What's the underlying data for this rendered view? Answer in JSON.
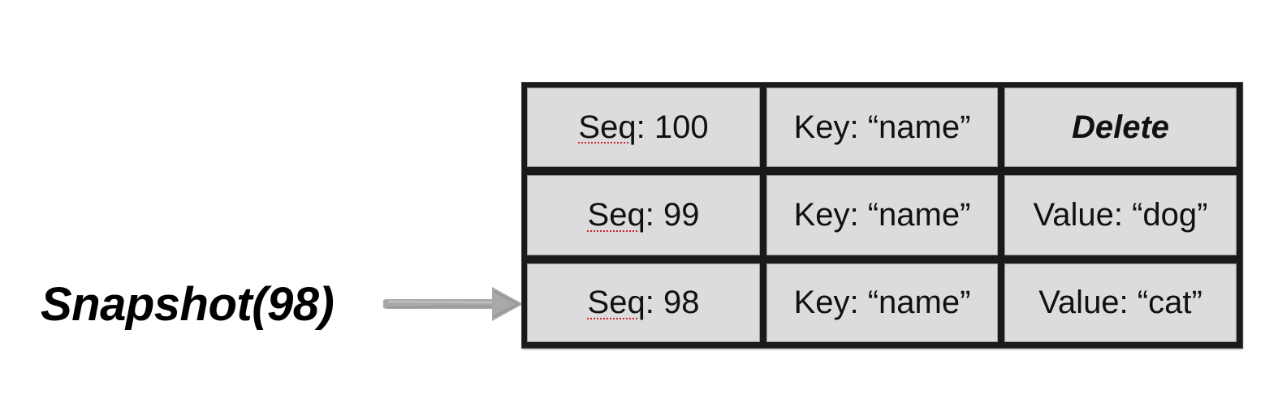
{
  "snapshot_label": "Snapshot(98)",
  "rows": [
    {
      "seq_word": "Seq",
      "seq_value": ": 100",
      "key": "Key: “name”",
      "value": "Delete",
      "value_is_delete": true
    },
    {
      "seq_word": "Seq",
      "seq_value": ": 99",
      "key": "Key: “name”",
      "value": "Value: “dog”",
      "value_is_delete": false
    },
    {
      "seq_word": "Seq",
      "seq_value": ": 98",
      "key": "Key: “name”",
      "value": "Value: “cat”",
      "value_is_delete": false
    }
  ],
  "colors": {
    "cell_fill": "#dcdcde",
    "border": "#1a1a1a",
    "arrow": "#a8a8a8",
    "spellcheck_underline": "#d0202a"
  }
}
